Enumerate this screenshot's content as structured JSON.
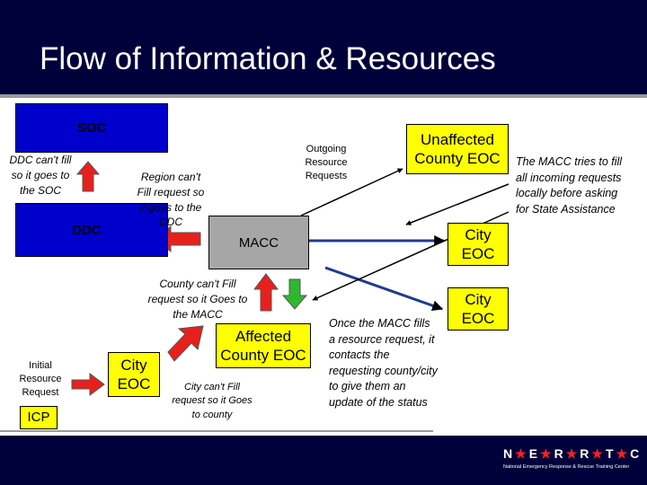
{
  "slide": {
    "title": "Flow of Information & Resources"
  },
  "nodes": {
    "soc": "SOC",
    "ddc": "DDC",
    "macc": "MACC",
    "unaffected_county_eoc": "Unaffected County EOC",
    "city_eoc_top": "City EOC",
    "city_eoc_mid": "City EOC",
    "affected_county_eoc": "Affected County EOC",
    "city_eoc_bottom": "City EOC",
    "icp": "ICP",
    "initial_resource_request": "Initial Resource Request"
  },
  "notes": {
    "ddc_cant_fill": "DDC can't fill so it goes to the SOC",
    "region_cant_fill": "Region can't Fill request so it goes to the DDC",
    "outgoing_resource_requests": "Outgoing Resource Requests",
    "macc_tries": "The MACC tries to fill all incoming requests locally before asking for State Assistance",
    "county_cant_fill": "County can't Fill request so it Goes to the MACC",
    "macc_fills": "Once the MACC fills a resource request, it contacts the requesting county/city to give them an update of the status",
    "city_cant_fill": "City can't Fill request so it Goes to county"
  },
  "logo": {
    "letters": [
      "N",
      "E",
      "R",
      "R",
      "T",
      "C"
    ],
    "subtitle": "National Emergency Response & Rescue Training Center"
  },
  "colors": {
    "header_bg": "#00003a",
    "node_blue": "#0000cc",
    "node_yellow": "#ffff00",
    "node_gray": "#a6a6a6",
    "arrow_red": "#e8201c",
    "arrow_green": "#2eb82e",
    "arrow_blue": "#1f3a93",
    "logo_star": "#ff2020"
  }
}
